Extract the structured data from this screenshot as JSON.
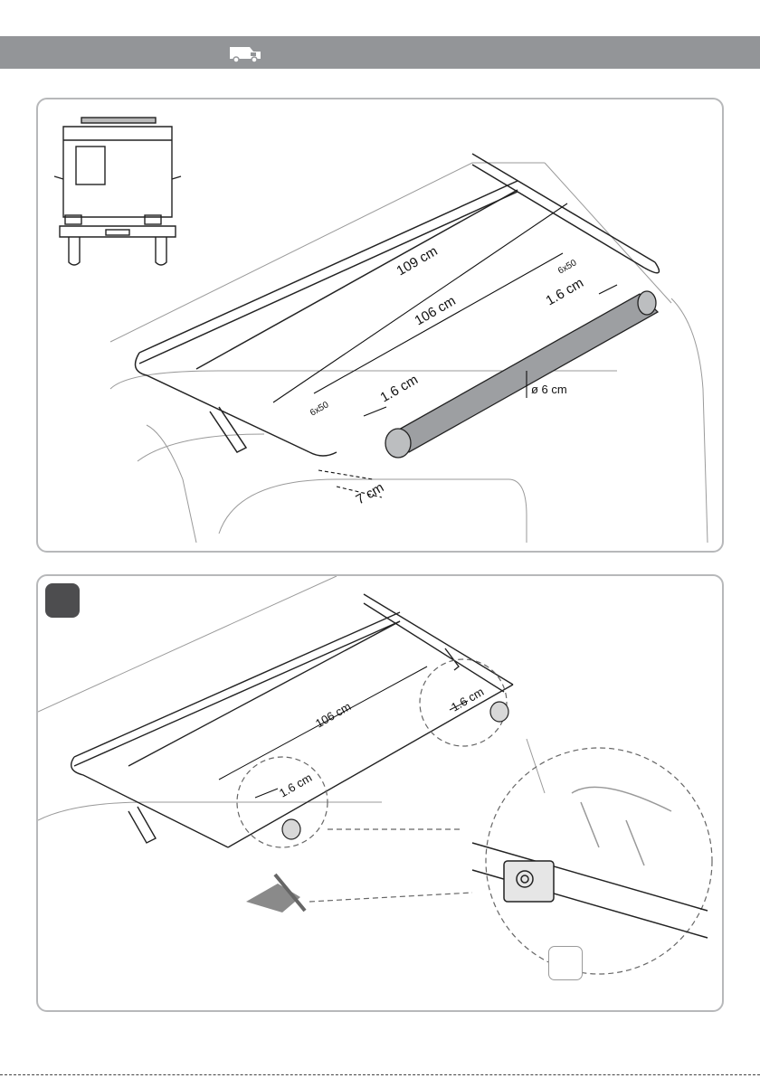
{
  "header": {
    "icon": "van-icon"
  },
  "panel_top": {
    "icon": "motorhome-front-view-icon",
    "dim_outer": "109 cm",
    "dim_inner": "106 cm",
    "dim_offset_right": "1.6 cm",
    "dim_offset_left": "1.6 cm",
    "dim_tube_diameter": "ø 6 cm",
    "dim_overhang": "7 cm",
    "screw_left": "6x50",
    "screw_right": "6x50"
  },
  "panel_bottom": {
    "dim_inner": "106 cm",
    "dim_offset_right": "1.6 cm",
    "dim_offset_left": "1.6 cm",
    "icon_pencil": "pencil-hand-icon"
  },
  "colors": {
    "header": "#939598",
    "badge": "#4d4d4f",
    "panel_border": "#b7b8ba",
    "tube": "#9d9fa2"
  }
}
